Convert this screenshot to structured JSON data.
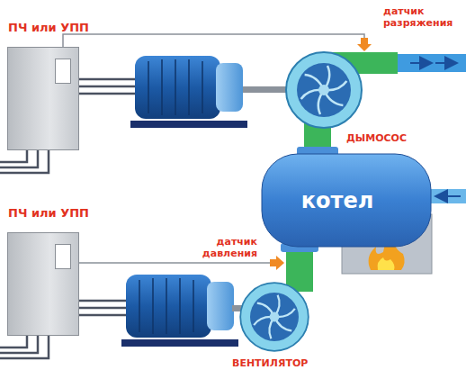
{
  "diagram": {
    "nodes": [
      {
        "text": [
          "ПЧ или УПП"
        ]
      },
      {
        "text": [
          "котел"
        ]
      },
      {
        "text": [
          "ПЧ или УПП"
        ]
      }
    ],
    "labels": [
      "датчик разряжения",
      "ДЫМОСОС",
      "датчик давления",
      "ВЕНТИЛЯТОР"
    ]
  }
}
